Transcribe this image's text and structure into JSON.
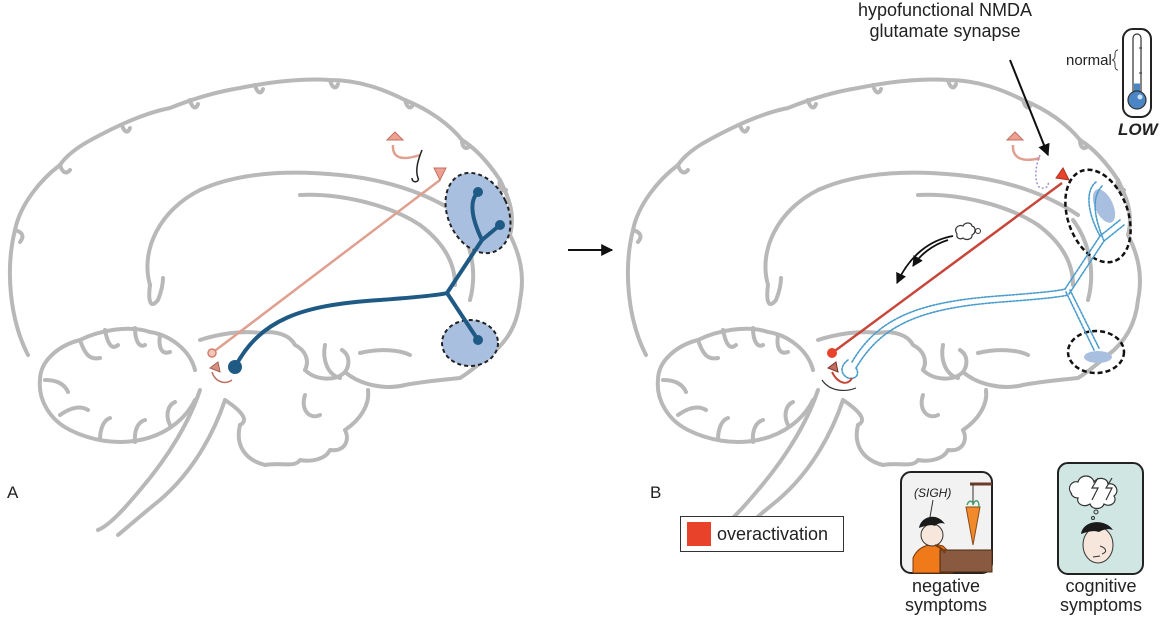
{
  "panels": {
    "a": {
      "label": "A"
    },
    "b": {
      "label": "B"
    }
  },
  "annotation": {
    "line1": "hypofunctional NMDA",
    "line2": "glutamate synapse"
  },
  "thermometer": {
    "normal_label": "normal",
    "level_label": "LOW",
    "level_fraction": 0.25,
    "fill_color": "#4a86c5"
  },
  "legend": {
    "label": "overactivation",
    "color": "#e8432a"
  },
  "symptoms": [
    {
      "caption_line1": "negative",
      "caption_line2": "symptoms",
      "speech": "(SIGH)",
      "bg": "#f2f2f2"
    },
    {
      "caption_line1": "cognitive",
      "caption_line2": "symptoms",
      "bg": "#cfe6e3"
    }
  ],
  "colors": {
    "brain_outline": "#b8b8b8",
    "dopamine_pathway": "#1f5a85",
    "dopamine_hypo": "#4a9ccc",
    "target_region": "#a9bfe0",
    "glutamate_normal": "#e0a090",
    "glutamate_over": "#c8453a"
  }
}
